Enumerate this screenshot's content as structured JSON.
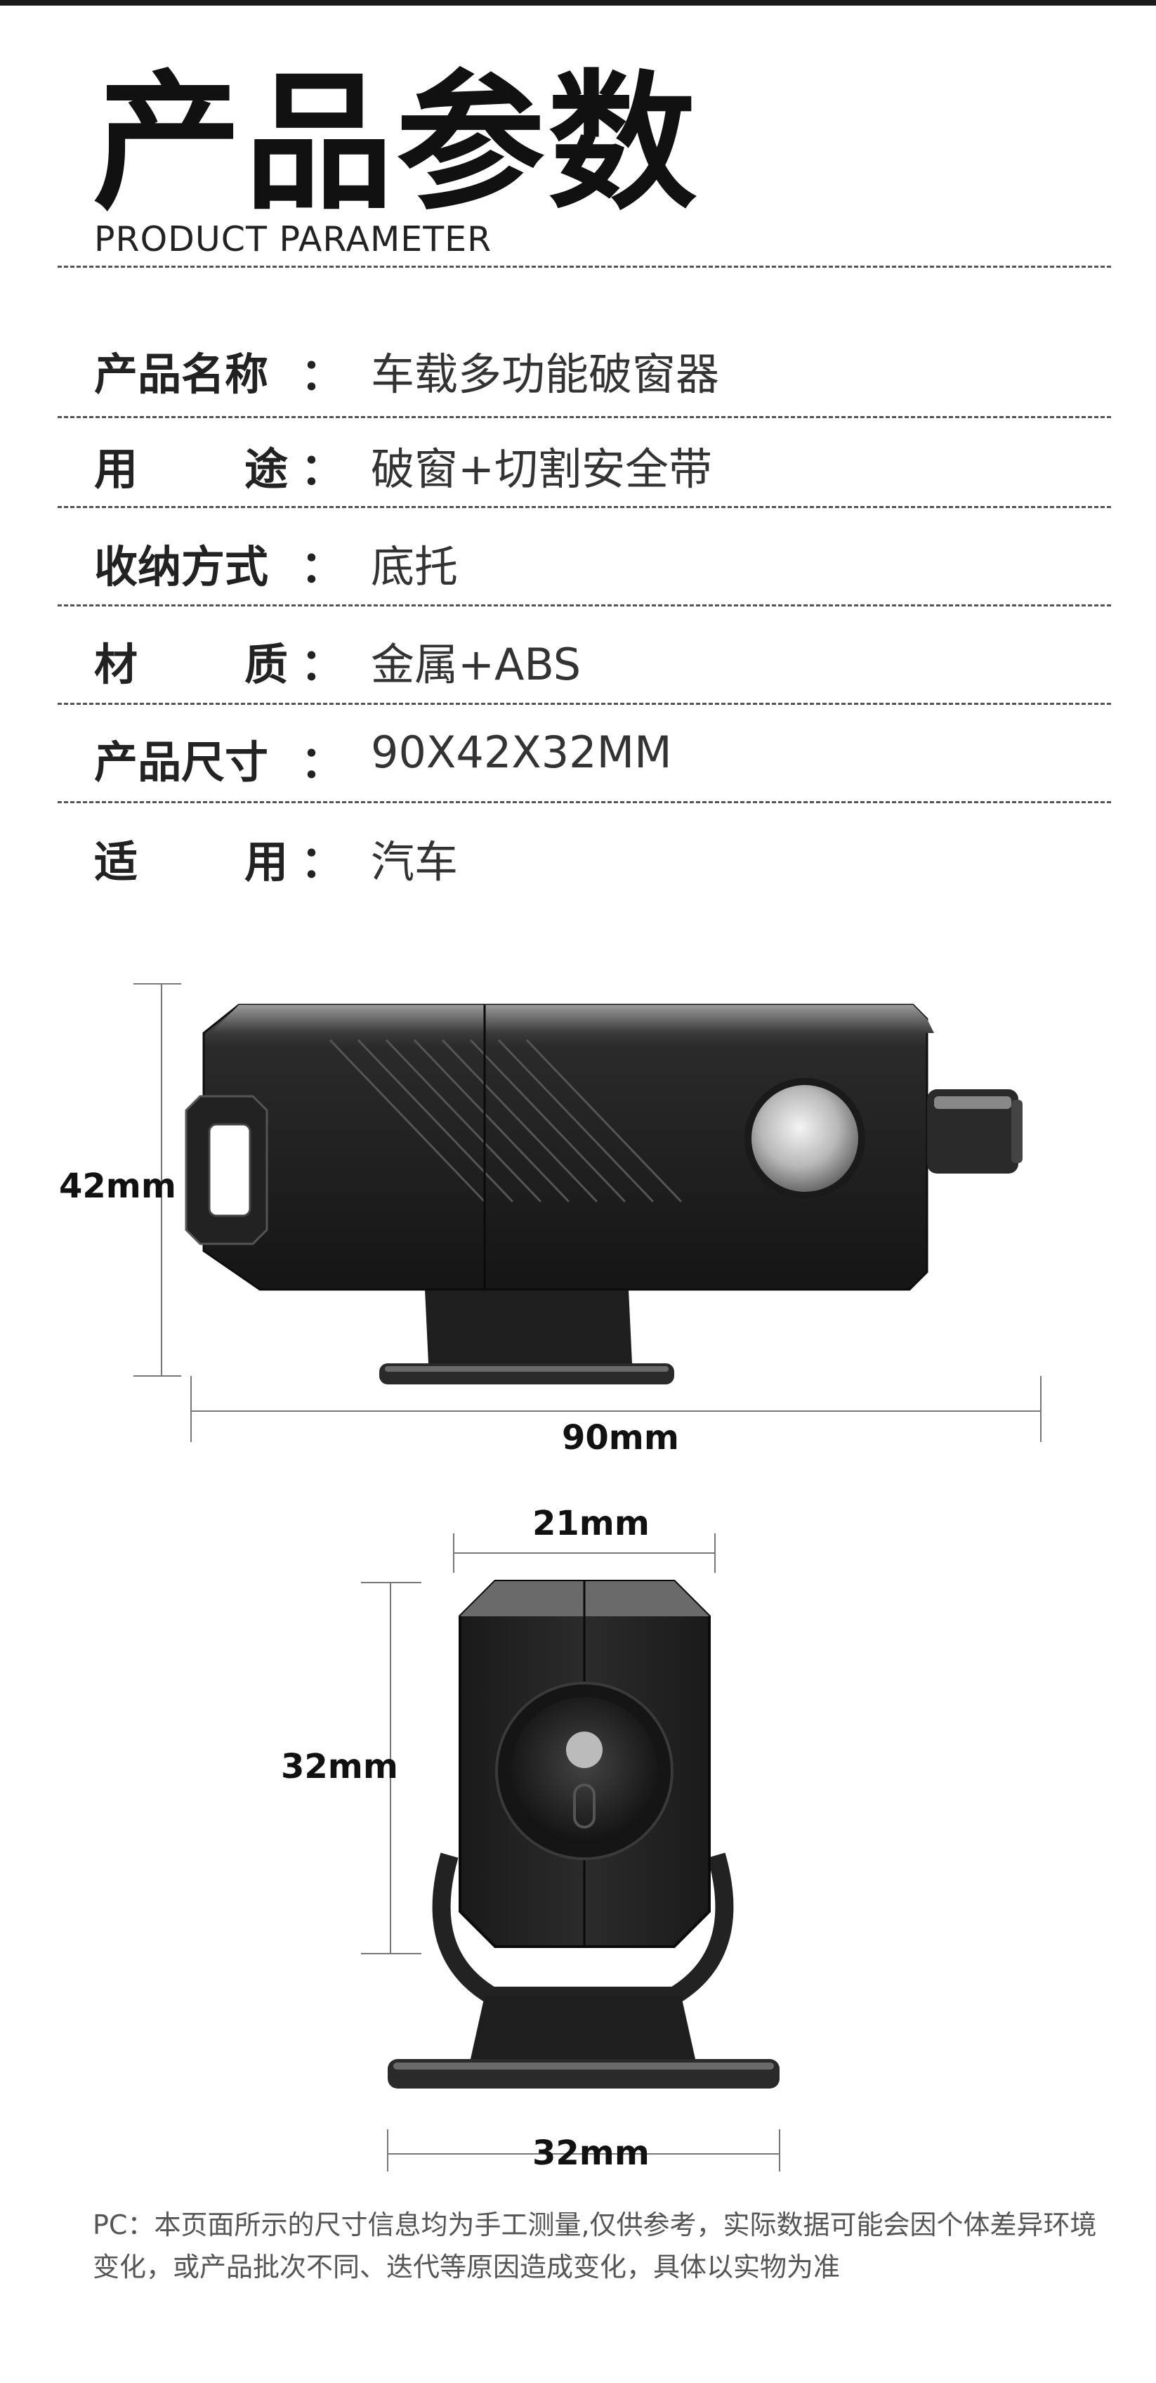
{
  "header": {
    "title": "产品参数",
    "subtitle": "PRODUCT PARAMETER"
  },
  "params": [
    {
      "label": "产品名称",
      "value": "车载多功能破窗器"
    },
    {
      "label": "用途",
      "value": "破窗+切割安全带"
    },
    {
      "label": "收纳方式",
      "value": "底托"
    },
    {
      "label": "材质",
      "value": "金属+ABS"
    },
    {
      "label": "产品尺寸",
      "value": "90X42X32MM"
    },
    {
      "label": "适用",
      "value": "汽车"
    }
  ],
  "colon": "：",
  "dimensions": {
    "side_height": "42mm",
    "side_length": "90mm",
    "front_top_width": "21mm",
    "front_height": "32mm",
    "front_base_width": "32mm"
  },
  "note": "PC：本页面所示的尺寸信息均为手工测量,仅供参考，实际数据可能会因个体差异环境变化，或产品批次不同、迭代等原因造成变化，具体以实物为准"
}
